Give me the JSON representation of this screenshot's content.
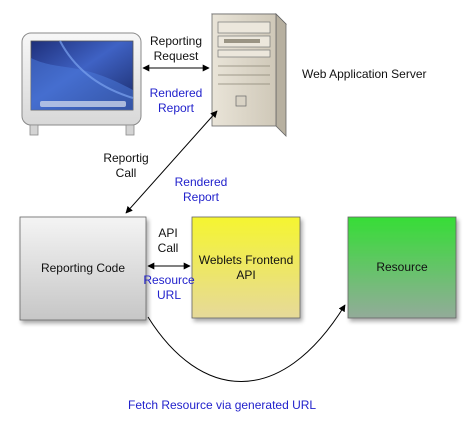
{
  "nodes": {
    "monitor": {
      "name": "Desktop computer"
    },
    "server": {
      "label": "Web Application Server"
    },
    "reporting_code": {
      "label": "Reporting Code"
    },
    "weblets": {
      "line1": "Weblets Frontend",
      "line2": "API"
    },
    "resource": {
      "label": "Resource"
    }
  },
  "edges": {
    "reporting_request": {
      "line1": "Reporting",
      "line2": "Request"
    },
    "rendered_report_top": {
      "line1": "Rendered",
      "line2": "Report"
    },
    "reporting_call": {
      "line1": "Reportig",
      "line2": "Call"
    },
    "rendered_report_mid": {
      "line1": "Rendered",
      "line2": "Report"
    },
    "api_call": {
      "line1": "API",
      "line2": "Call"
    },
    "resource_url": {
      "line1": "Resource",
      "line2": "URL"
    },
    "fetch_resource": {
      "label": "Fetch Resource via generated URL"
    }
  },
  "colors": {
    "label_black": "#111111",
    "label_blue": "#2222cc",
    "weblets_top": "#f4f43a",
    "weblets_bottom": "#e8d98a",
    "resource_top": "#3ad93a",
    "resource_bottom": "#8fae96",
    "reporting_top": "#f4f4f4",
    "reporting_bottom": "#c8c8c8"
  }
}
